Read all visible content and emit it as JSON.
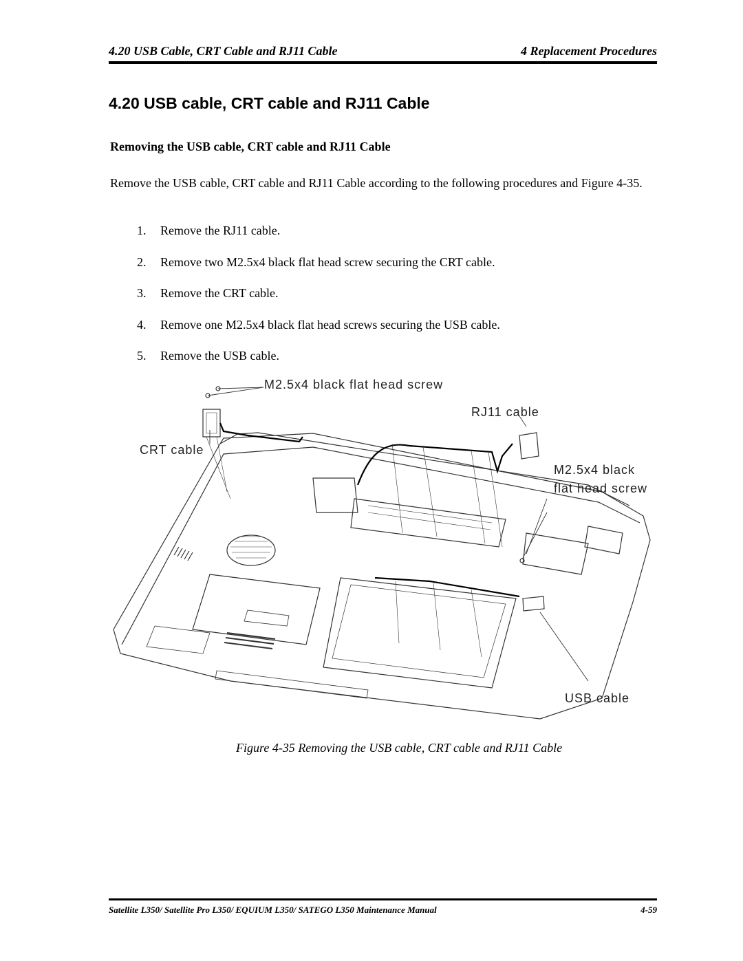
{
  "header": {
    "section": "4.20 USB Cable, CRT Cable and RJ11 Cable",
    "chapter": "4 Replacement Procedures"
  },
  "title": "4.20 USB cable, CRT cable and RJ11 Cable",
  "subheading": "Removing the USB cable, CRT cable and RJ11 Cable",
  "intro": "Remove the USB cable, CRT cable and RJ11 Cable according to the following procedures and Figure 4-35.",
  "steps": [
    {
      "num": "1.",
      "text": "Remove the RJ11 cable."
    },
    {
      "num": "2.",
      "text": "Remove two M2.5x4 black flat head screw securing the CRT cable."
    },
    {
      "num": "3.",
      "text": "Remove the CRT cable."
    },
    {
      "num": "4.",
      "text": "Remove one M2.5x4 black flat head screws securing the USB cable."
    },
    {
      "num": "5.",
      "text": "Remove the USB cable."
    }
  ],
  "figure": {
    "labels": {
      "screw_top": "M2.5x4 black flat head screw",
      "rj11": "RJ11 cable",
      "crt": "CRT cable",
      "screw_right_1": "M2.5x4 black",
      "screw_right_2": "flat head screw",
      "usb": "USB cable"
    },
    "caption": "Figure 4-35 Removing the USB cable, CRT cable and RJ11 Cable"
  },
  "footer": {
    "manual": "Satellite L350/ Satellite Pro L350/ EQUIUM L350/ SATEGO L350 Maintenance Manual",
    "page": "4-59"
  }
}
